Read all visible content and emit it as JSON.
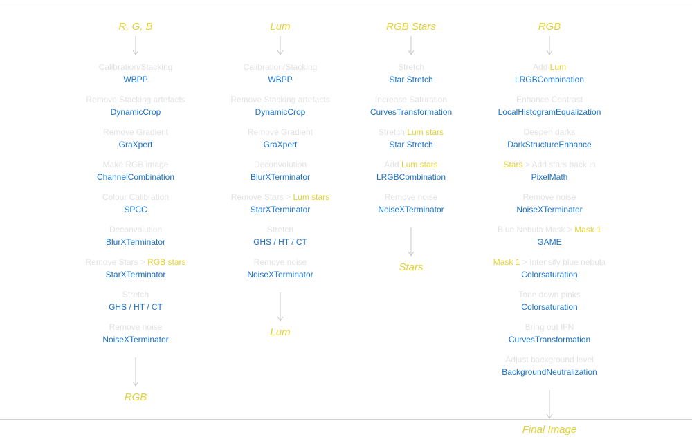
{
  "columns": [
    {
      "title": "R, G, B",
      "steps": [
        {
          "desc": "Calibration/Stacking",
          "tool": "WBPP"
        },
        {
          "desc": "Remove Stacking artefacts",
          "tool": "DynamicCrop"
        },
        {
          "desc": "Remove Gradient",
          "tool": "GraXpert"
        },
        {
          "desc": "Make RGB image",
          "tool": "ChannelCombination"
        },
        {
          "desc": "Colour Calibration",
          "tool": "SPCC"
        },
        {
          "desc": "Deconvolution",
          "tool": "BlurXTerminator"
        },
        {
          "desc_pre": "Remove Stars > ",
          "desc_hl": "RGB stars",
          "tool": "StarXTerminator"
        },
        {
          "desc": "Stretch",
          "tool": "GHS / HT / CT"
        },
        {
          "desc": "Remove noise",
          "tool": "NoiseXTerminator"
        }
      ],
      "footer": "RGB"
    },
    {
      "title": "Lum",
      "steps": [
        {
          "desc": "Calibration/Stacking",
          "tool": "WBPP"
        },
        {
          "desc": "Remove Stacking artefacts",
          "tool": "DynamicCrop"
        },
        {
          "desc": "Remove Gradient",
          "tool": "GraXpert"
        },
        {
          "desc": "Deconvolution",
          "tool": "BlurXTerminator"
        },
        {
          "desc_pre": "Remove Stars > ",
          "desc_hl": "Lum stars",
          "tool": "StarXTerminator"
        },
        {
          "desc": "Stretch",
          "tool": "GHS / HT / CT"
        },
        {
          "desc": "Remove noise",
          "tool": "NoiseXTerminator"
        }
      ],
      "footer": "Lum"
    },
    {
      "title": "RGB Stars",
      "steps": [
        {
          "desc": "Stretch",
          "tool": "Star Stretch"
        },
        {
          "desc": "Increase Saturation",
          "tool": "CurvesTransformation"
        },
        {
          "desc_pre": "Stretch ",
          "desc_hl": "Lum stars",
          "tool": "Star Stretch"
        },
        {
          "desc_pre": "Add ",
          "desc_hl": "Lum stars",
          "tool": "LRGBCombination"
        },
        {
          "desc": "Remove noise",
          "tool": "NoiseXTerminator"
        }
      ],
      "footer": "Stars"
    },
    {
      "title": "RGB",
      "steps": [
        {
          "desc_pre": "Add ",
          "desc_hl": "Lum",
          "tool": "LRGBCombination"
        },
        {
          "desc": "Enhance Contrast",
          "tool": "LocalHistogramEqualization"
        },
        {
          "desc": "Deepen darks",
          "tool": "DarkStructureEnhance"
        },
        {
          "desc_hl_first": "Stars",
          "desc_post": " > Add stars back in",
          "tool": "PixelMath"
        },
        {
          "desc": "Remove noise",
          "tool": "NoiseXTerminator"
        },
        {
          "desc_pre": "Blue Nebula Mask > ",
          "desc_hl": "Mask 1",
          "tool": "GAME"
        },
        {
          "desc_hl_first": "Mask 1",
          "desc_post": " > Intensify blue nebula",
          "tool": "Colorsaturation"
        },
        {
          "desc": "Tone down pinks",
          "tool": "Colorsaturation"
        },
        {
          "desc": "Bring out IFN",
          "tool": "CurvesTransformation"
        },
        {
          "desc": "Adjust background level",
          "tool": "BackgroundNeutralization"
        }
      ],
      "footer": "Final Image"
    }
  ],
  "colors": {
    "background": "#ffffff",
    "highlight_yellow": "#e3d230",
    "tool_blue": "#1a73c8",
    "description_gray": "#e2e2e2",
    "arrow_gray": "#c8c8c8"
  }
}
